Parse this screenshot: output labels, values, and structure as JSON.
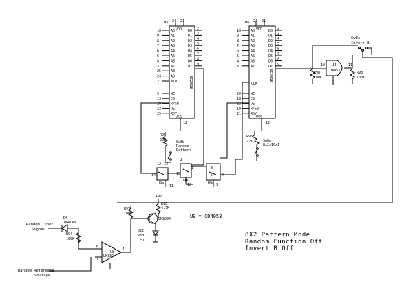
{
  "u5": {
    "ref": "U5",
    "part": "EC2816",
    "top_pins": [
      "24",
      "21"
    ],
    "vdd": "VDD",
    "vss": "VSS",
    "vss_pin": "12",
    "left_pins": [
      {
        "num": "10",
        "name": "A0"
      },
      {
        "num": "9",
        "name": "A1"
      },
      {
        "num": "8",
        "name": "A2"
      },
      {
        "num": "7",
        "name": "A3"
      },
      {
        "num": "6",
        "name": "A4"
      },
      {
        "num": "5",
        "name": "A5"
      },
      {
        "num": "4",
        "name": "A6"
      },
      {
        "num": "3",
        "name": "A7"
      },
      {
        "num": "25",
        "name": "A8"
      },
      {
        "num": "24",
        "name": "A9"
      },
      {
        "num": "21",
        "name": "A10"
      }
    ],
    "right_pins": [
      {
        "num": "2",
        "name": "D0"
      },
      {
        "num": "3",
        "name": "D1"
      },
      {
        "num": "4",
        "name": "D2"
      },
      {
        "num": "5",
        "name": "D3"
      },
      {
        "num": "6",
        "name": "D4"
      },
      {
        "num": "7",
        "name": "D5"
      },
      {
        "num": "8",
        "name": "D6"
      },
      {
        "num": "9",
        "name": "D7"
      }
    ],
    "ctrl_pins": [
      {
        "num": "9",
        "name": "WE"
      },
      {
        "num": "13",
        "name": "CS"
      },
      {
        "num": "20",
        "name": "R/SB"
      },
      {
        "num": "22",
        "name": "OE"
      },
      {
        "num": "25",
        "name": "RDY"
      }
    ]
  },
  "u6": {
    "ref": "U6",
    "part": "EC2816",
    "top_pins": [
      "24",
      "21"
    ],
    "vdd": "VDD",
    "vss": "VSS",
    "vss_pin": "12",
    "clk_label": "CLK",
    "left_pins": [
      {
        "num": "10",
        "name": "A0"
      },
      {
        "num": "9",
        "name": "A1"
      },
      {
        "num": "8",
        "name": "A2"
      },
      {
        "num": "7",
        "name": "A3"
      },
      {
        "num": "6",
        "name": "A4"
      },
      {
        "num": "5",
        "name": "A5"
      },
      {
        "num": "4",
        "name": "A6"
      },
      {
        "num": "3",
        "name": "A7"
      }
    ],
    "right_pins": [
      {
        "num": "2",
        "name": "D0"
      },
      {
        "num": "3",
        "name": "D1"
      },
      {
        "num": "4",
        "name": "D2"
      },
      {
        "num": "5",
        "name": "D3"
      },
      {
        "num": "6",
        "name": "D4"
      },
      {
        "num": "7",
        "name": "D5"
      },
      {
        "num": "8",
        "name": "D6"
      },
      {
        "num": "9",
        "name": "D7"
      }
    ],
    "ctrl_pins": [
      {
        "num": "20",
        "name": "WE"
      },
      {
        "num": "18",
        "name": "CS"
      },
      {
        "num": "22",
        "name": "OE"
      },
      {
        "num": "19",
        "name": "R/SB"
      },
      {
        "num": "21",
        "name": "RDY"
      }
    ]
  },
  "u4": {
    "ref": "U4",
    "part": "CD4053",
    "pins": [
      "10",
      "11",
      "1"
    ]
  },
  "switch_invert": {
    "label1": "Sw8c",
    "label2": "Invert B"
  },
  "r98": {
    "ref": "R98",
    "value": "100K"
  },
  "r93": {
    "ref": "R93",
    "value": "100K"
  },
  "r95": {
    "ref": "R95",
    "value": "22K"
  },
  "r96": {
    "ref": "R96",
    "value": "22K"
  },
  "r97": {
    "ref": "R97",
    "value": "100K"
  },
  "r94": {
    "ref": "R94",
    "value": "100K"
  },
  "sw8b": {
    "label1": "Sw8b",
    "label2": "Random",
    "label3": "Pattern"
  },
  "sw8a": {
    "label1": "Sw8a",
    "label2": "8x2/16x1"
  },
  "mux1": {
    "ref": "U9a",
    "pins": [
      "12",
      "13",
      "14",
      "11"
    ]
  },
  "mux2": {
    "ref": "U9b",
    "pins": [
      "2",
      "1",
      "15",
      "10"
    ]
  },
  "mux3": {
    "ref": "U9c",
    "pins": [
      "3",
      "5",
      "4",
      "9"
    ]
  },
  "v_pos": "+9V",
  "r90": {
    "ref": "R90",
    "value": "4.7K"
  },
  "q_label": "2N3904",
  "d22": {
    "ref": "D22",
    "label1": "Red",
    "label2": "LED"
  },
  "d4": {
    "ref": "D4",
    "part": "1N4148"
  },
  "random_input": {
    "line1": "Random Input",
    "line2": "Signal"
  },
  "random_ref": {
    "line1": "Random Reference",
    "line2": "Voltage"
  },
  "comparator": {
    "ref": "U8",
    "part": "LM339",
    "pin_out": "1",
    "pin_in1": "6",
    "pin_in2": "7"
  },
  "u9_note": "U9 = CD4053",
  "mode_note": {
    "line1": "8X2 Pattern Mode",
    "line2": "Random Function Off",
    "line3": "Invert B Off"
  }
}
